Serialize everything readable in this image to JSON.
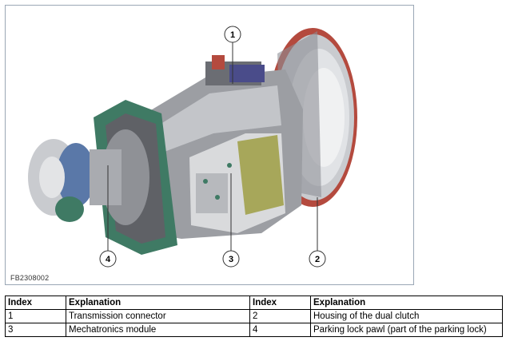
{
  "figure": {
    "code": "FB2308002",
    "callouts": [
      {
        "id": "1"
      },
      {
        "id": "2"
      },
      {
        "id": "3"
      },
      {
        "id": "4"
      }
    ]
  },
  "legend": {
    "headers": [
      "Index",
      "Explanation",
      "Index",
      "Explanation"
    ],
    "rows": [
      [
        "1",
        "Transmission connector",
        "2",
        "Housing of the dual clutch"
      ],
      [
        "3",
        "Mechatronics module",
        "4",
        "Parking lock pawl (part of the parking lock)"
      ]
    ]
  },
  "colors": {
    "frame": "#9aa7b5",
    "housing_green": "#3f7a64",
    "metal_gray": "#a9abb0",
    "module_olive": "#a7a75a",
    "clutch_silver": "#d7d9dc"
  }
}
